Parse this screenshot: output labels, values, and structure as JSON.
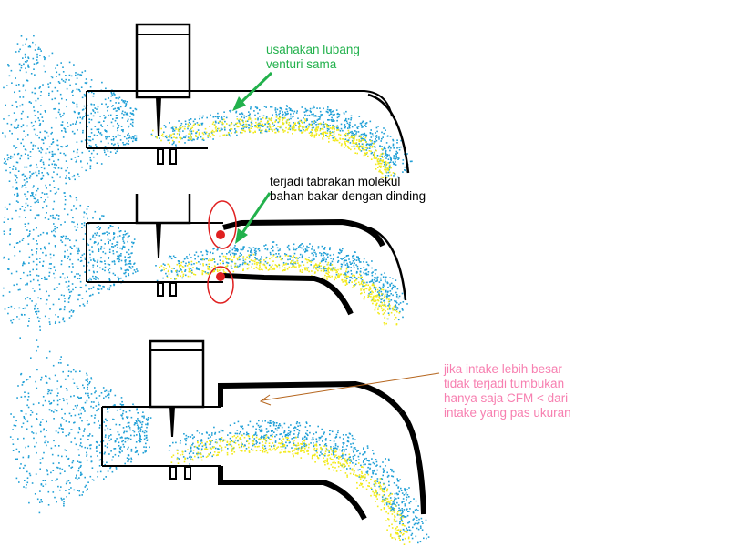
{
  "colors": {
    "outline": "#000000",
    "spray_blue": "#1f9fd6",
    "spray_yellow": "#f2ea1a",
    "collision_red": "#e02020",
    "note_green": "#22b14c",
    "note_black": "#000000",
    "note_pink": "#f77fb0",
    "arrow_green": "#22b14c",
    "arrow_brown": "#b5651d"
  },
  "annotations": {
    "top": {
      "line1": "usahakan lubang",
      "line2": "venturi sama"
    },
    "middle": {
      "line1": "terjadi tabrakan molekul",
      "line2": "bahan bakar dengan dinding"
    },
    "bottom": {
      "line1": "jika intake lebih besar",
      "line2": "tidak terjadi tumbukan",
      "line3": "hanya saja CFM < dari",
      "line4": "intake yang pas ukuran"
    }
  },
  "icons": {
    "injector": "injector-icon",
    "collision": "collision-marker-icon",
    "arrow": "arrow-icon"
  }
}
